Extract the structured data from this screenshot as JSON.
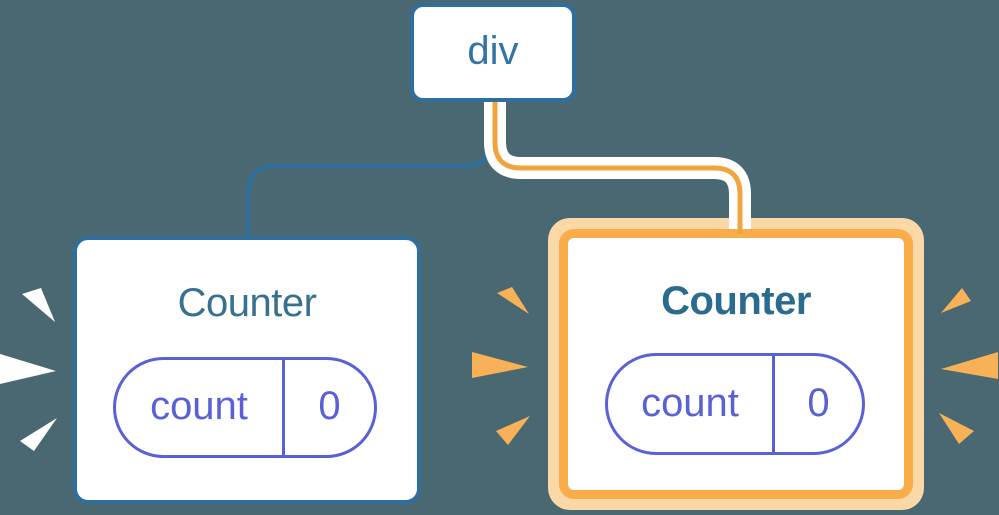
{
  "diagram": {
    "root": {
      "label": "div"
    },
    "children": [
      {
        "title": "Counter",
        "state": {
          "name": "count",
          "value": "0"
        },
        "highlighted": false
      },
      {
        "title": "Counter",
        "state": {
          "name": "count",
          "value": "0"
        },
        "highlighted": true
      }
    ]
  },
  "colors": {
    "background": "#4a6872",
    "blue_stroke": "#2e6f9f",
    "div_label": "#3274a5",
    "counter_title": "#38718f",
    "counter_title_highlight": "#2b6b8f",
    "purple": "#5a61d4",
    "orange": "#f0a43e",
    "orange_border": "#f8ac4a",
    "orange_light": "#fbd9a6",
    "spark_orange": "#f8b156",
    "spark_white": "#ffffff",
    "casing_white": "#ffffff"
  }
}
